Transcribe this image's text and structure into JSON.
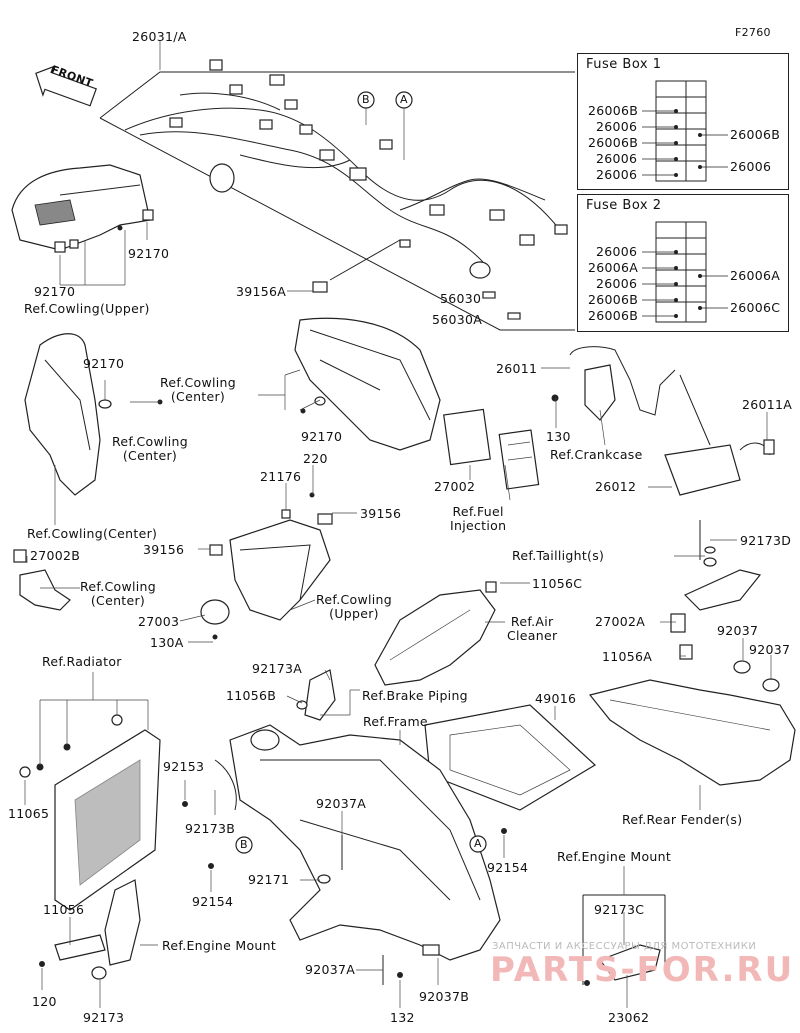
{
  "figure_code": "F2760",
  "front_label": "FRONT",
  "fuse_box_1": {
    "title": "Fuse Box 1",
    "left_parts": [
      "26006B",
      "26006",
      "26006B",
      "26006",
      "26006"
    ],
    "right_parts": [
      "26006B",
      "26006"
    ]
  },
  "fuse_box_2": {
    "title": "Fuse Box 2",
    "left_parts": [
      "26006",
      "26006A",
      "26006",
      "26006B",
      "26006B"
    ],
    "right_parts": [
      "26006A",
      "26006C"
    ]
  },
  "callouts": {
    "harness_main": "26031/A",
    "marker_a": "A",
    "marker_b": "B",
    "p39156A": "39156A",
    "p56030": "56030",
    "p56030A": "56030A",
    "p92170_top": "92170",
    "p92170_left": "92170",
    "ref_cowling_upper_top": "Ref.Cowling(Upper)",
    "p92170_mid": "92170",
    "ref_cowling_center_a": "Ref.Cowling\n(Center)",
    "ref_cowling_center_b": "Ref.Cowling\n(Center)",
    "p92170_center": "92170",
    "p26011": "26011",
    "p130": "130",
    "ref_crankcase": "Ref.Crankcase",
    "p26011A": "26011A",
    "p26012": "26012",
    "p27002": "27002",
    "ref_fuel_injection": "Ref.Fuel\nInjection",
    "p21176": "21176",
    "p220": "220",
    "p39156": "39156",
    "p39156_b": "39156",
    "ref_cowling_center_c": "Ref.Cowling(Center)",
    "p27002B": "27002B",
    "ref_cowling_center_d": "Ref.Cowling\n(Center)",
    "ref_cowling_upper_mid": "Ref.Cowling\n(Upper)",
    "p27003": "27003",
    "p130A": "130A",
    "p92173D": "92173D",
    "ref_taillight": "Ref.Taillight(s)",
    "p11056C": "11056C",
    "ref_air_cleaner": "Ref.Air\nCleaner",
    "p27002A": "27002A",
    "p92037_a": "92037",
    "p92037_b": "92037",
    "p11056A": "11056A",
    "ref_radiator": "Ref.Radiator",
    "p92173A": "92173A",
    "p11056B": "11056B",
    "ref_brake_piping": "Ref.Brake Piping",
    "ref_frame": "Ref.Frame",
    "p49016": "49016",
    "p11065": "11065",
    "p92153": "92153",
    "p92173B": "92173B",
    "p92037A_top": "92037A",
    "p92154_left": "92154",
    "p92171": "92171",
    "p92154_right": "92154",
    "ref_rear_fender": "Ref.Rear Fender(s)",
    "ref_engine_mount_right": "Ref.Engine Mount",
    "p92173C": "92173C",
    "p11056": "11056",
    "ref_engine_mount_left": "Ref.Engine Mount",
    "p120": "120",
    "p92173": "92173",
    "p92037A_bottom": "92037A",
    "p132": "132",
    "p92037B": "92037B",
    "p23062": "23062"
  },
  "watermark": {
    "small_text": "ЗАПЧАСТИ И АКСЕССУАРЫ ДЛЯ МОТОТЕХНИКИ",
    "large_text": "PARTS-FOR.RU"
  }
}
